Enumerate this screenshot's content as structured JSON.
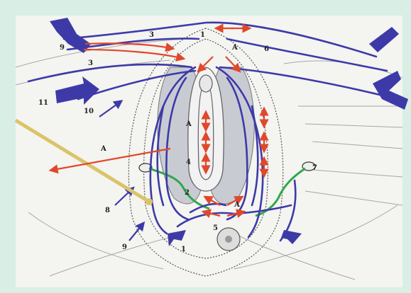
{
  "colors": {
    "background_frame": "#d9efe6",
    "paper": "#f4f4f1",
    "sketch": "#9a9a9a",
    "muscle_fill": "#c9cbd3",
    "blue_vessel": "#3d3aa8",
    "red_arrow": "#e0482b",
    "green_vessel": "#2fa84a",
    "needle": "#d9c46a"
  },
  "labels": {
    "l1_top": "1",
    "l3_top": "3",
    "l3_left": "3",
    "l6": "6",
    "l9_top": "9",
    "l11": "11",
    "l10": "10",
    "l8": "8",
    "la_upper": "A",
    "la_mid": "A",
    "la_low": "A",
    "la_bottom": "A",
    "l4": "4",
    "l2": "2",
    "l7": "7",
    "l9_bottom": "9",
    "l1_bottom": "1",
    "l5": "5"
  }
}
